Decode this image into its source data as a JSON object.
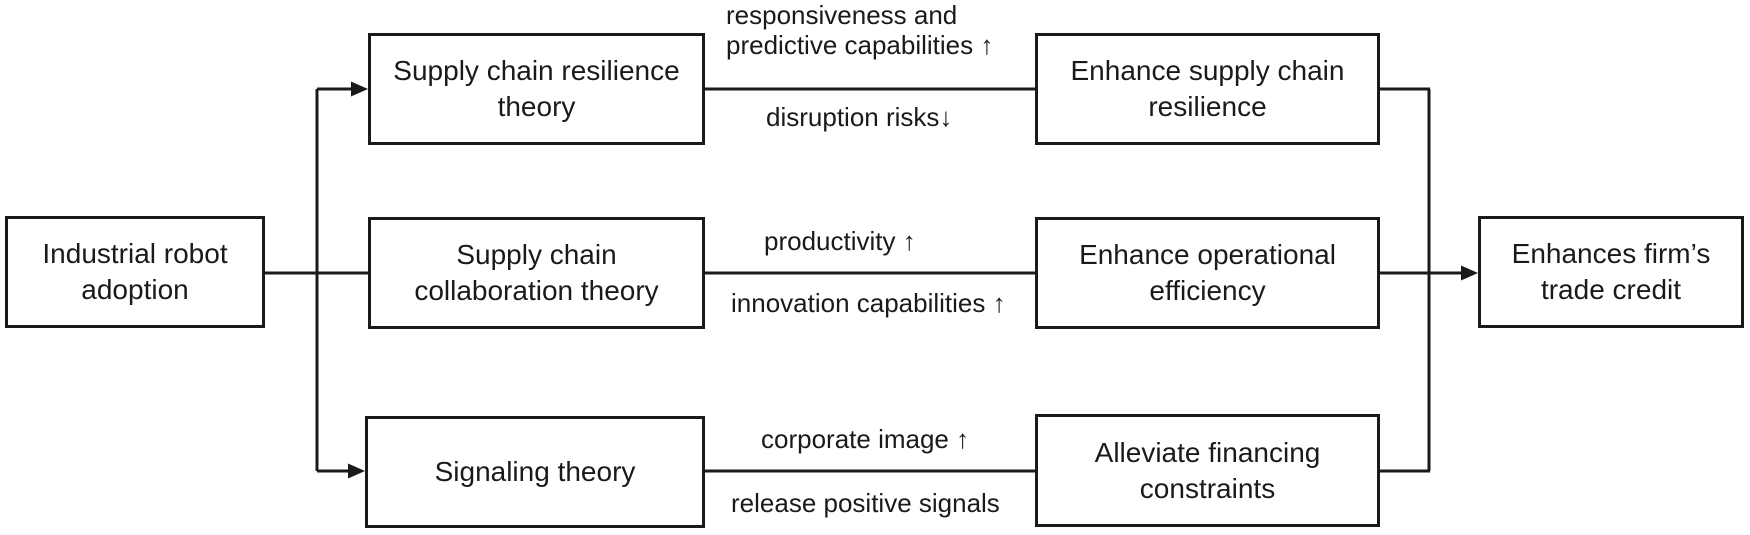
{
  "diagram": {
    "background_color": "#ffffff",
    "line_color": "#1a1a1a",
    "box_fill_color": "#ffffff",
    "text_color": "#1a1a1a",
    "boxes": {
      "adoption": "Industrial robot adoption",
      "resilience_theory": "Supply chain resilience theory",
      "collaboration_theory": "Supply chain collaboration theory",
      "signaling_theory": "Signaling theory",
      "enhance_resilience": "Enhance supply chain resilience",
      "enhance_efficiency": "Enhance operational efficiency",
      "alleviate_financing": "Alleviate financing constraints",
      "trade_credit": "Enhances firm’s trade credit"
    },
    "edge_labels": {
      "row1_above_line1": "responsiveness and",
      "row1_above_line2": "predictive capabilities ↑",
      "row1_below": "disruption risks↓",
      "row2_above": "productivity ↑",
      "row2_below": "innovation capabilities ↑",
      "row3_above": "corporate image ↑",
      "row3_below": "release positive signals"
    }
  }
}
